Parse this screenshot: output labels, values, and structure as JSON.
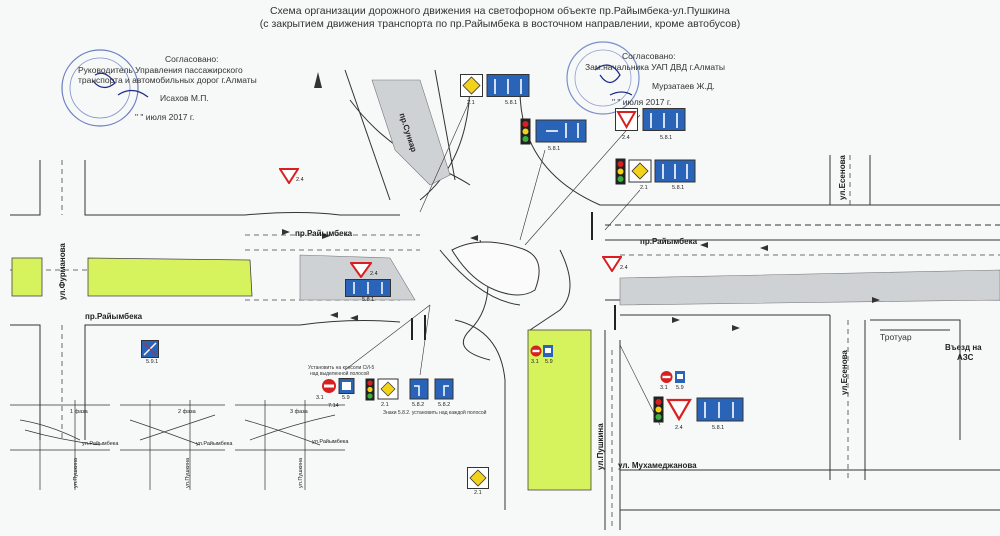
{
  "title": {
    "line1": "Схема организации дорожного движения на светофорном объекте пр.Райымбека-ул.Пушкина",
    "line2": "(с закрытием движения транспорта по пр.Райымбека в восточном направлении, кроме автобусов)"
  },
  "approval_left": {
    "agreed": "Согласовано:",
    "position_line1": "Руководитель Управления пассажирского",
    "position_line2": "транспорта и автомобильных дорог г.Алматы",
    "name": "Исахов М.П.",
    "date": "\" \" июля 2017 г."
  },
  "approval_right": {
    "agreed": "Согласовано:",
    "position": "Зам.начальника УАП ДВД г.Алматы",
    "name": "Мурзатаев Ж.Д.",
    "date": "\" \" июля 2017 г."
  },
  "streets": {
    "raiymbek_left": "пр.Райымбека",
    "raiymbek_mid": "пр.Райымбека",
    "raiymbek_right": "пр.Райымбека",
    "sunkar": "пр.Сункар",
    "furmanov": "ул.Фурманова",
    "yesenov_top": "ул.Есенова",
    "yesenov_bottom": "ул.Есенова",
    "pushkin": "ул.Пушкина",
    "mukhamedzhanov": "ул. Мухамеджанова",
    "sidewalk": "Тротуар",
    "gas_entry_1": "Въезд на",
    "gas_entry_2": "АЗС"
  },
  "sign_codes": {
    "c1_a": "2.1",
    "c1_b": "5.8.1",
    "c2": "5.8.1",
    "c3_a": "2.4",
    "c3_b": "5.8.1",
    "c4_a": "2.1",
    "c4_b": "5.8.1",
    "left_24": "2.4",
    "mid_24": "2.4",
    "mid_581": "5.8.1",
    "right_24": "2.4",
    "c591": "5.9.1",
    "cons_a": "3.1",
    "cons_b": "5.9",
    "cons_c": "7.14",
    "cons_d": "2.1",
    "cons_e": "5.8.2",
    "cons_f": "5.8.2",
    "pole_a": "3.1",
    "pole_b": "5.9",
    "east_a": "3.1",
    "east_b": "5.9",
    "bottom_24": "2.4",
    "bottom_581": "5.8.1",
    "bottom_21": "2.1"
  },
  "notes": {
    "console_1": "Установить на консоли СИ-5",
    "console_2": "над выделенной полосой",
    "signs_582": "Знаки 5.8.2. установить над каждой полосой"
  },
  "phases": {
    "p1": "1 фаза",
    "p2": "2 фаза",
    "p3": "3 фаза",
    "mini_street": "ул.Райымбека",
    "mini_street_2": "ул.Пушкина"
  },
  "colors": {
    "green_area": "#d6f25c",
    "sign_blue": "#2a64b8",
    "sign_red": "#d82020",
    "sign_yellow": "#f3d21a",
    "gray_area": "#cfd2d4"
  }
}
